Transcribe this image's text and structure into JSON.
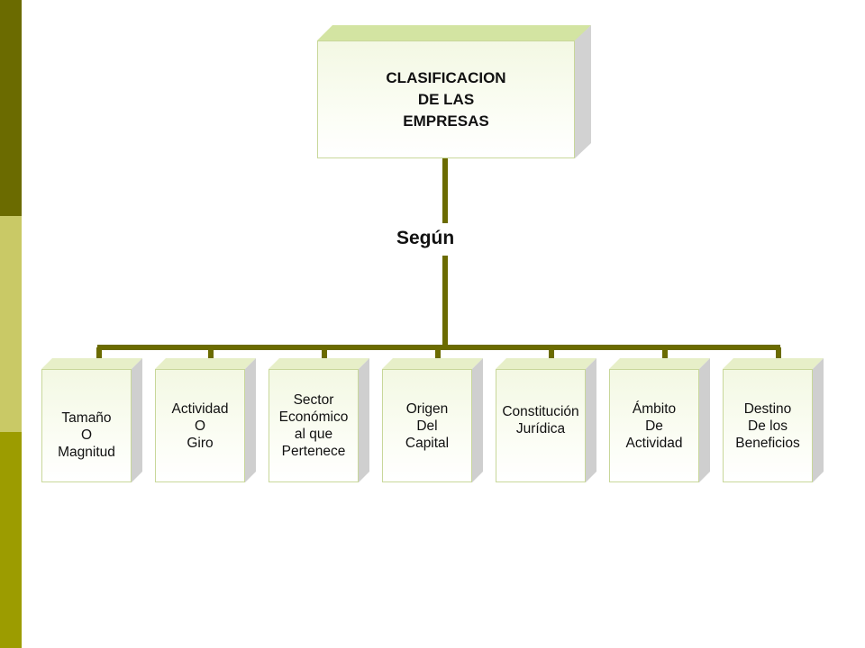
{
  "diagram": {
    "root": {
      "label": "CLASIFICACION\nDE LAS\nEMPRESAS"
    },
    "connector_label": "Según",
    "categories": [
      {
        "label": "Tamaño\nO\nMagnitud"
      },
      {
        "label": "Actividad\nO\nGiro"
      },
      {
        "label": "Sector\nEconómico\nal que\nPertenece"
      },
      {
        "label": "Origen\nDel\nCapital"
      },
      {
        "label": "Constitución\nJurídica"
      },
      {
        "label": "Ámbito\nDe\nActividad"
      },
      {
        "label": "Destino\nDe los\nBeneficios"
      }
    ]
  },
  "colors": {
    "connector": "#6b6b00",
    "band_dark": "#6b6b00",
    "band_light": "#c9c966",
    "band_mid": "#9c9c00"
  }
}
